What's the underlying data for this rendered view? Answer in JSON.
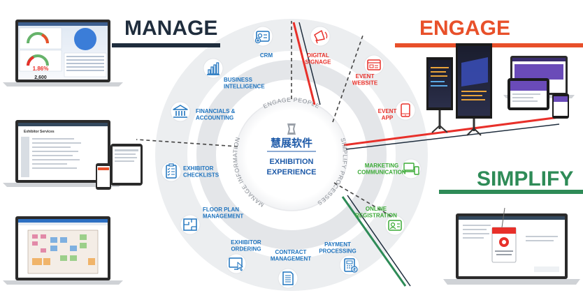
{
  "colors": {
    "manage": "#1f2d3d",
    "engage": "#e8502a",
    "simplify": "#2e8b57",
    "blue": "#1e73be",
    "red": "#e8302a",
    "green": "#3aaa35",
    "ring": "#e9eaec"
  },
  "categories": {
    "manage": "MANAGE",
    "engage": "ENGAGE",
    "simplify": "SIMPLIFY"
  },
  "center": {
    "logo_cn": "慧展软件",
    "line1": "EXHIBITION",
    "line2": "EXPERIENCE"
  },
  "ring_labels": {
    "engage_people": "ENGAGE PEOPLE",
    "simplify_processes": "SIMPLIFY PROCESSES",
    "manage_information": "MANAGE INFORMATION"
  },
  "nodes": [
    {
      "id": "crm",
      "lines": [
        "CRM"
      ],
      "group": "blue",
      "icon": "id-card-icon"
    },
    {
      "id": "digital-signage",
      "lines": [
        "DIGITAL",
        "SIGNAGE"
      ],
      "group": "red",
      "icon": "megaphone-icon"
    },
    {
      "id": "event-website",
      "lines": [
        "EVENT",
        "WEBSITE"
      ],
      "group": "red",
      "icon": "browser-icon"
    },
    {
      "id": "event-app",
      "lines": [
        "EVENT",
        "APP"
      ],
      "group": "red",
      "icon": "tablet-icon"
    },
    {
      "id": "marketing",
      "lines": [
        "MARKETING",
        "COMMUNICATION"
      ],
      "group": "green",
      "icon": "devices-icon"
    },
    {
      "id": "online-registration",
      "lines": [
        "ONLINE",
        "REGISTRATION"
      ],
      "group": "green",
      "icon": "badge-icon"
    },
    {
      "id": "payment",
      "lines": [
        "PAYMENT",
        "PROCESSING"
      ],
      "group": "blue",
      "icon": "calculator-icon"
    },
    {
      "id": "contract",
      "lines": [
        "CONTRACT",
        "MANAGEMENT"
      ],
      "group": "blue",
      "icon": "document-icon"
    },
    {
      "id": "exhibitor-ordering",
      "lines": [
        "EXHIBITOR",
        "ORDERING"
      ],
      "group": "blue",
      "icon": "cursor-screen-icon"
    },
    {
      "id": "floor-plan",
      "lines": [
        "FLOOR PLAN",
        "MANAGEMENT"
      ],
      "group": "blue",
      "icon": "floor-plan-icon"
    },
    {
      "id": "exhibitor-checklists",
      "lines": [
        "EXHIBITOR",
        "CHECKLISTS"
      ],
      "group": "blue",
      "icon": "checklist-icon"
    },
    {
      "id": "financials",
      "lines": [
        "FINANCIALS &",
        "ACCOUNTING"
      ],
      "group": "blue",
      "icon": "bank-icon"
    },
    {
      "id": "business-intelligence",
      "lines": [
        "BUSINESS",
        "INTELLIGENCE"
      ],
      "group": "blue",
      "icon": "bar-chart-icon"
    }
  ],
  "mockups": {
    "kpi_percent": "1.86%",
    "kpi_value": "2,600",
    "laptop2_title": "Exhibitor Services"
  }
}
